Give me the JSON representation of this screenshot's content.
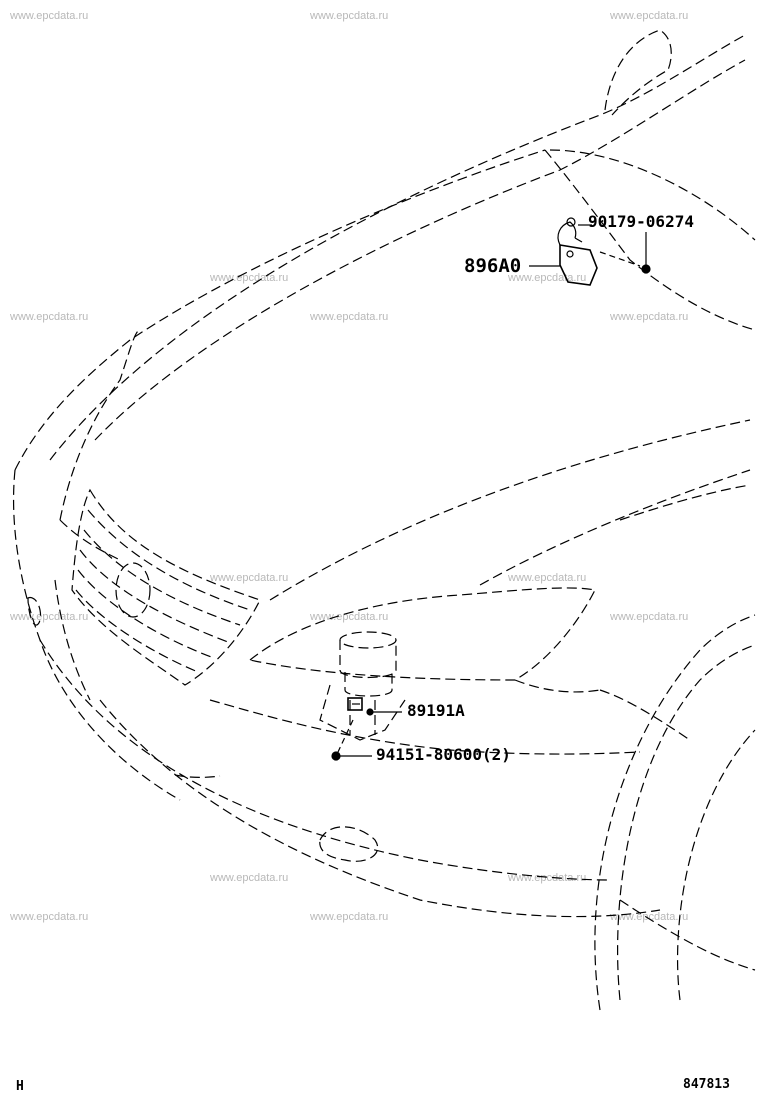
{
  "watermark": "www.epcdata.ru",
  "parts": {
    "clip": "90179-06274",
    "sensor": "896A0",
    "horn": "89191A",
    "bolt": "94151-80600(2)"
  },
  "footer": {
    "left": "H",
    "right": "847813"
  }
}
